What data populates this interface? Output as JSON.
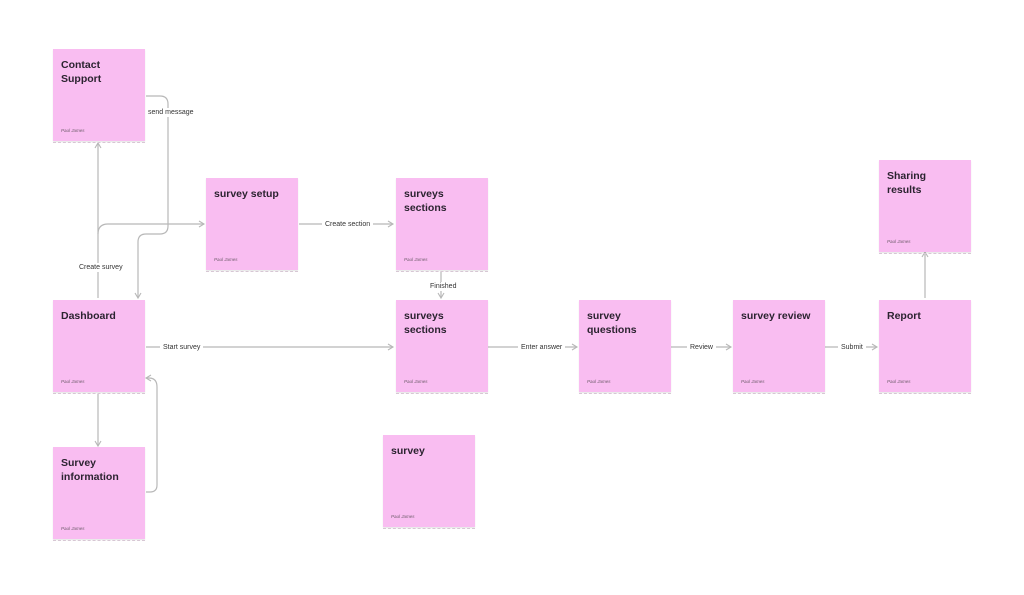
{
  "notes": {
    "contact_support": {
      "title": "Contact Support",
      "author": "Paul James"
    },
    "survey_setup": {
      "title": "survey setup",
      "author": "Paul James"
    },
    "surveys_sections_top": {
      "title": "surveys sections",
      "author": "Paul James"
    },
    "sharing_results": {
      "title": "Sharing results",
      "author": "Paul James"
    },
    "dashboard": {
      "title": "Dashboard",
      "author": "Paul James"
    },
    "surveys_sections_main": {
      "title": "surveys sections",
      "author": "Paul James"
    },
    "survey_questions": {
      "title": "survey questions",
      "author": "Paul James"
    },
    "survey_review": {
      "title": "survey review",
      "author": "Paul James"
    },
    "report": {
      "title": "Report",
      "author": "Paul James"
    },
    "survey_information": {
      "title": "Survey\ninformation",
      "author": "Paul James"
    },
    "survey": {
      "title": "survey",
      "author": "Paul James"
    }
  },
  "edges": {
    "send_message": "send message",
    "create_survey": "Create survey",
    "create_section": "Create section",
    "finished": "Finished",
    "start_survey": "Start survey",
    "enter_answer": "Enter answer",
    "review": "Review",
    "submit": "Submit"
  },
  "colors": {
    "note": "#f9bdf1",
    "connector": "#b8b8b8"
  }
}
